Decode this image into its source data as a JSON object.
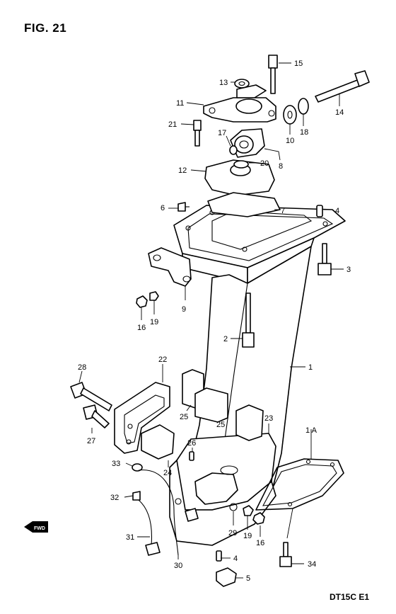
{
  "figure": {
    "title": "FIG. 21",
    "model_code": "DT15C  E1",
    "fwd_label": "FWD"
  },
  "callouts": [
    {
      "id": "c15",
      "label": "15"
    },
    {
      "id": "c13",
      "label": "13"
    },
    {
      "id": "c14",
      "label": "14"
    },
    {
      "id": "c11",
      "label": "11"
    },
    {
      "id": "c21",
      "label": "21"
    },
    {
      "id": "c18",
      "label": "18"
    },
    {
      "id": "c10",
      "label": "10"
    },
    {
      "id": "c17",
      "label": "17"
    },
    {
      "id": "c8",
      "label": "8"
    },
    {
      "id": "c20",
      "label": "20"
    },
    {
      "id": "c12",
      "label": "12"
    },
    {
      "id": "c6",
      "label": "6"
    },
    {
      "id": "c7",
      "label": "7"
    },
    {
      "id": "c4a",
      "label": "4"
    },
    {
      "id": "c3",
      "label": "3"
    },
    {
      "id": "c9",
      "label": "9"
    },
    {
      "id": "c16a",
      "label": "16"
    },
    {
      "id": "c19a",
      "label": "19"
    },
    {
      "id": "c2",
      "label": "2"
    },
    {
      "id": "c1",
      "label": "1"
    },
    {
      "id": "c22",
      "label": "22"
    },
    {
      "id": "c28",
      "label": "28"
    },
    {
      "id": "c25a",
      "label": "25"
    },
    {
      "id": "c25b",
      "label": "25"
    },
    {
      "id": "c23",
      "label": "23"
    },
    {
      "id": "c1a",
      "label": "1 A"
    },
    {
      "id": "c27",
      "label": "27"
    },
    {
      "id": "c26",
      "label": "26"
    },
    {
      "id": "c33",
      "label": "33"
    },
    {
      "id": "c24",
      "label": "24"
    },
    {
      "id": "c32",
      "label": "32"
    },
    {
      "id": "c29",
      "label": "29"
    },
    {
      "id": "c19b",
      "label": "19"
    },
    {
      "id": "c16b",
      "label": "16"
    },
    {
      "id": "c31",
      "label": "31"
    },
    {
      "id": "c4b",
      "label": "4"
    },
    {
      "id": "c30",
      "label": "30"
    },
    {
      "id": "c34",
      "label": "34"
    },
    {
      "id": "c5",
      "label": "5"
    }
  ]
}
